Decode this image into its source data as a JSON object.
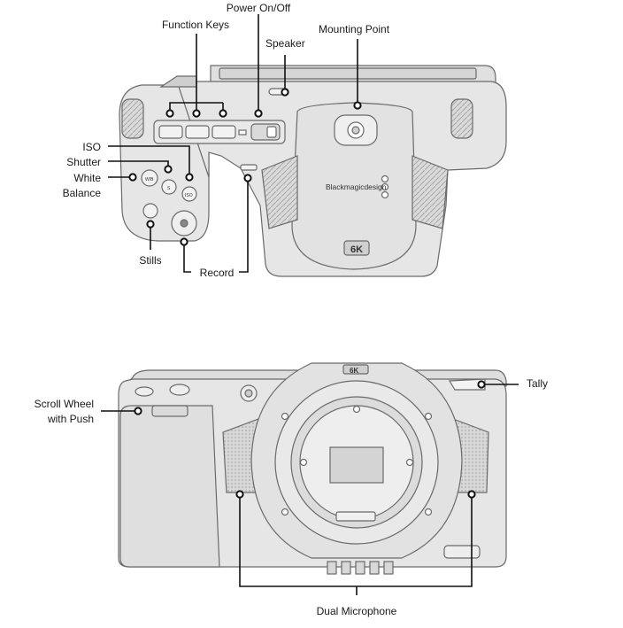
{
  "top_view": {
    "labels": {
      "power": "Power On/Off",
      "function_keys": "Function Keys",
      "speaker": "Speaker",
      "mounting_point": "Mounting Point",
      "iso": "ISO",
      "shutter": "Shutter",
      "white": "White",
      "balance": "Balance",
      "stills": "Stills",
      "record": "Record"
    },
    "body_text": {
      "brand": "Blackmagicdesign",
      "badge": "6K",
      "btn_wb": "W/B",
      "btn_s": "S",
      "btn_iso": "ISO"
    }
  },
  "front_view": {
    "labels": {
      "scroll_line1": "Scroll Wheel",
      "scroll_line2": "with Push",
      "tally": "Tally",
      "dual_mic": "Dual Microphone"
    },
    "body_text": {
      "badge": "6K"
    }
  },
  "colors": {
    "outline": "#6a6a6a",
    "body_fill": "#e6e6e6",
    "shade_fill": "#d4d4d4",
    "leader": "#111111"
  }
}
